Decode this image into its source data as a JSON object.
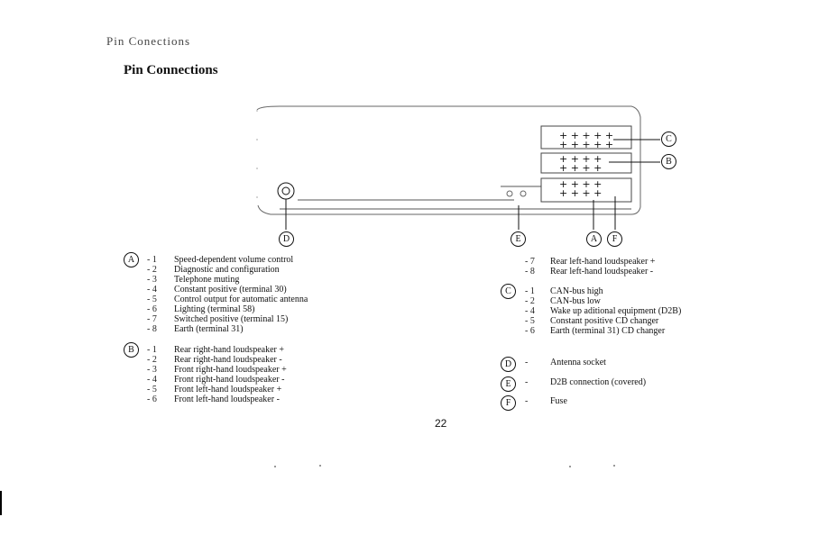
{
  "page": {
    "running_head": "Pin Conections",
    "title": "Pin Connections",
    "page_number": "22"
  },
  "diagram": {
    "labels": {
      "C": "C",
      "B": "B",
      "D": "D",
      "E": "E",
      "A": "A",
      "F": "F"
    }
  },
  "groups": {
    "A": {
      "letter": "A",
      "pins": [
        {
          "num": "- 1",
          "desc": "Speed-dependent volume control"
        },
        {
          "num": "- 2",
          "desc": "Diagnostic and configuration"
        },
        {
          "num": "- 3",
          "desc": "Telephone muting"
        },
        {
          "num": "- 4",
          "desc": "Constant positive (terminal 30)"
        },
        {
          "num": "- 5",
          "desc": "Control output for automatic antenna"
        },
        {
          "num": "- 6",
          "desc": "Lighting (terminal 58)"
        },
        {
          "num": "- 7",
          "desc": "Switched positive (terminal 15)"
        },
        {
          "num": "- 8",
          "desc": "Earth (terminal 31)"
        }
      ],
      "continued": [
        {
          "num": "- 7",
          "desc": "Rear left-hand loudspeaker +"
        },
        {
          "num": "- 8",
          "desc": "Rear left-hand loudspeaker -"
        }
      ]
    },
    "B": {
      "letter": "B",
      "pins": [
        {
          "num": "- 1",
          "desc": "Rear right-hand loudspeaker +"
        },
        {
          "num": "- 2",
          "desc": "Rear right-hand loudspeaker -"
        },
        {
          "num": "- 3",
          "desc": "Front right-hand loudspeaker +"
        },
        {
          "num": "- 4",
          "desc": "Front right-hand loudspeaker -"
        },
        {
          "num": "- 5",
          "desc": "Front left-hand loudspeaker +"
        },
        {
          "num": "- 6",
          "desc": "Front left-hand loudspeaker -"
        }
      ]
    },
    "C": {
      "letter": "C",
      "pins": [
        {
          "num": "- 1",
          "desc": "CAN-bus high"
        },
        {
          "num": "- 2",
          "desc": "CAN-bus low"
        },
        {
          "num": "- 4",
          "desc": "Wake up aditional equipment (D2B)"
        },
        {
          "num": "- 5",
          "desc": "Constant positive CD changer"
        },
        {
          "num": "- 6",
          "desc": "Earth (terminal 31) CD changer"
        }
      ]
    },
    "D": {
      "letter": "D",
      "num": "-",
      "desc": "Antenna socket"
    },
    "E": {
      "letter": "E",
      "num": "-",
      "desc": "D2B connection (covered)"
    },
    "F": {
      "letter": "F",
      "num": "-",
      "desc": "Fuse"
    }
  }
}
